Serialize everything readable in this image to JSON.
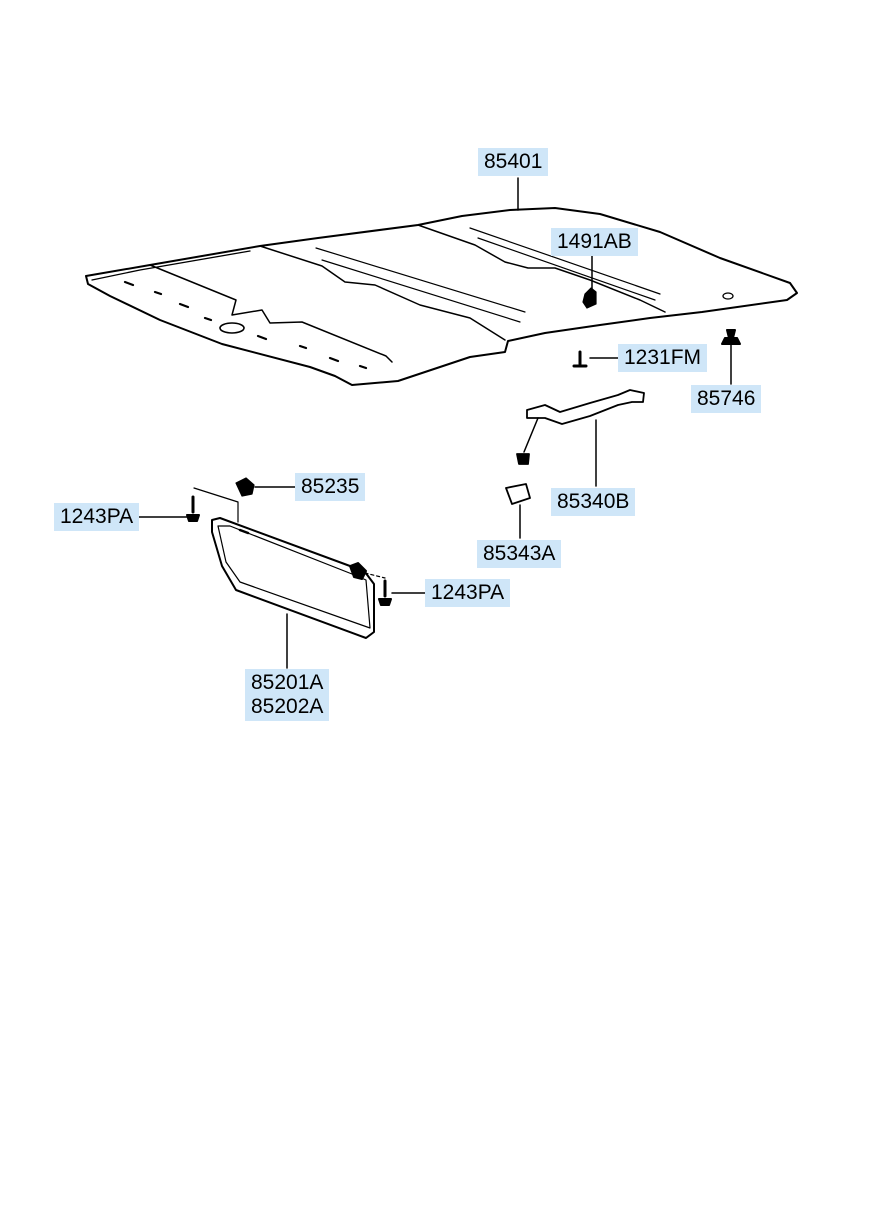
{
  "diagram": {
    "colors": {
      "line": "#000000",
      "label_bg": "#cfe6f8",
      "background": "#ffffff"
    },
    "callouts": [
      {
        "id": "c-85401",
        "text": "85401"
      },
      {
        "id": "c-1491ab",
        "text": "1491AB"
      },
      {
        "id": "c-1231fm",
        "text": "1231FM"
      },
      {
        "id": "c-85746",
        "text": "85746"
      },
      {
        "id": "c-85340b",
        "text": "85340B"
      },
      {
        "id": "c-85343a",
        "text": "85343A"
      },
      {
        "id": "c-85235",
        "text": "85235"
      },
      {
        "id": "c-1243pa-left",
        "text": "1243PA"
      },
      {
        "id": "c-1243pa-right",
        "text": "1243PA"
      },
      {
        "id": "c-85201a",
        "text": "85201A"
      },
      {
        "id": "c-85202a",
        "text": "85202A"
      }
    ]
  }
}
